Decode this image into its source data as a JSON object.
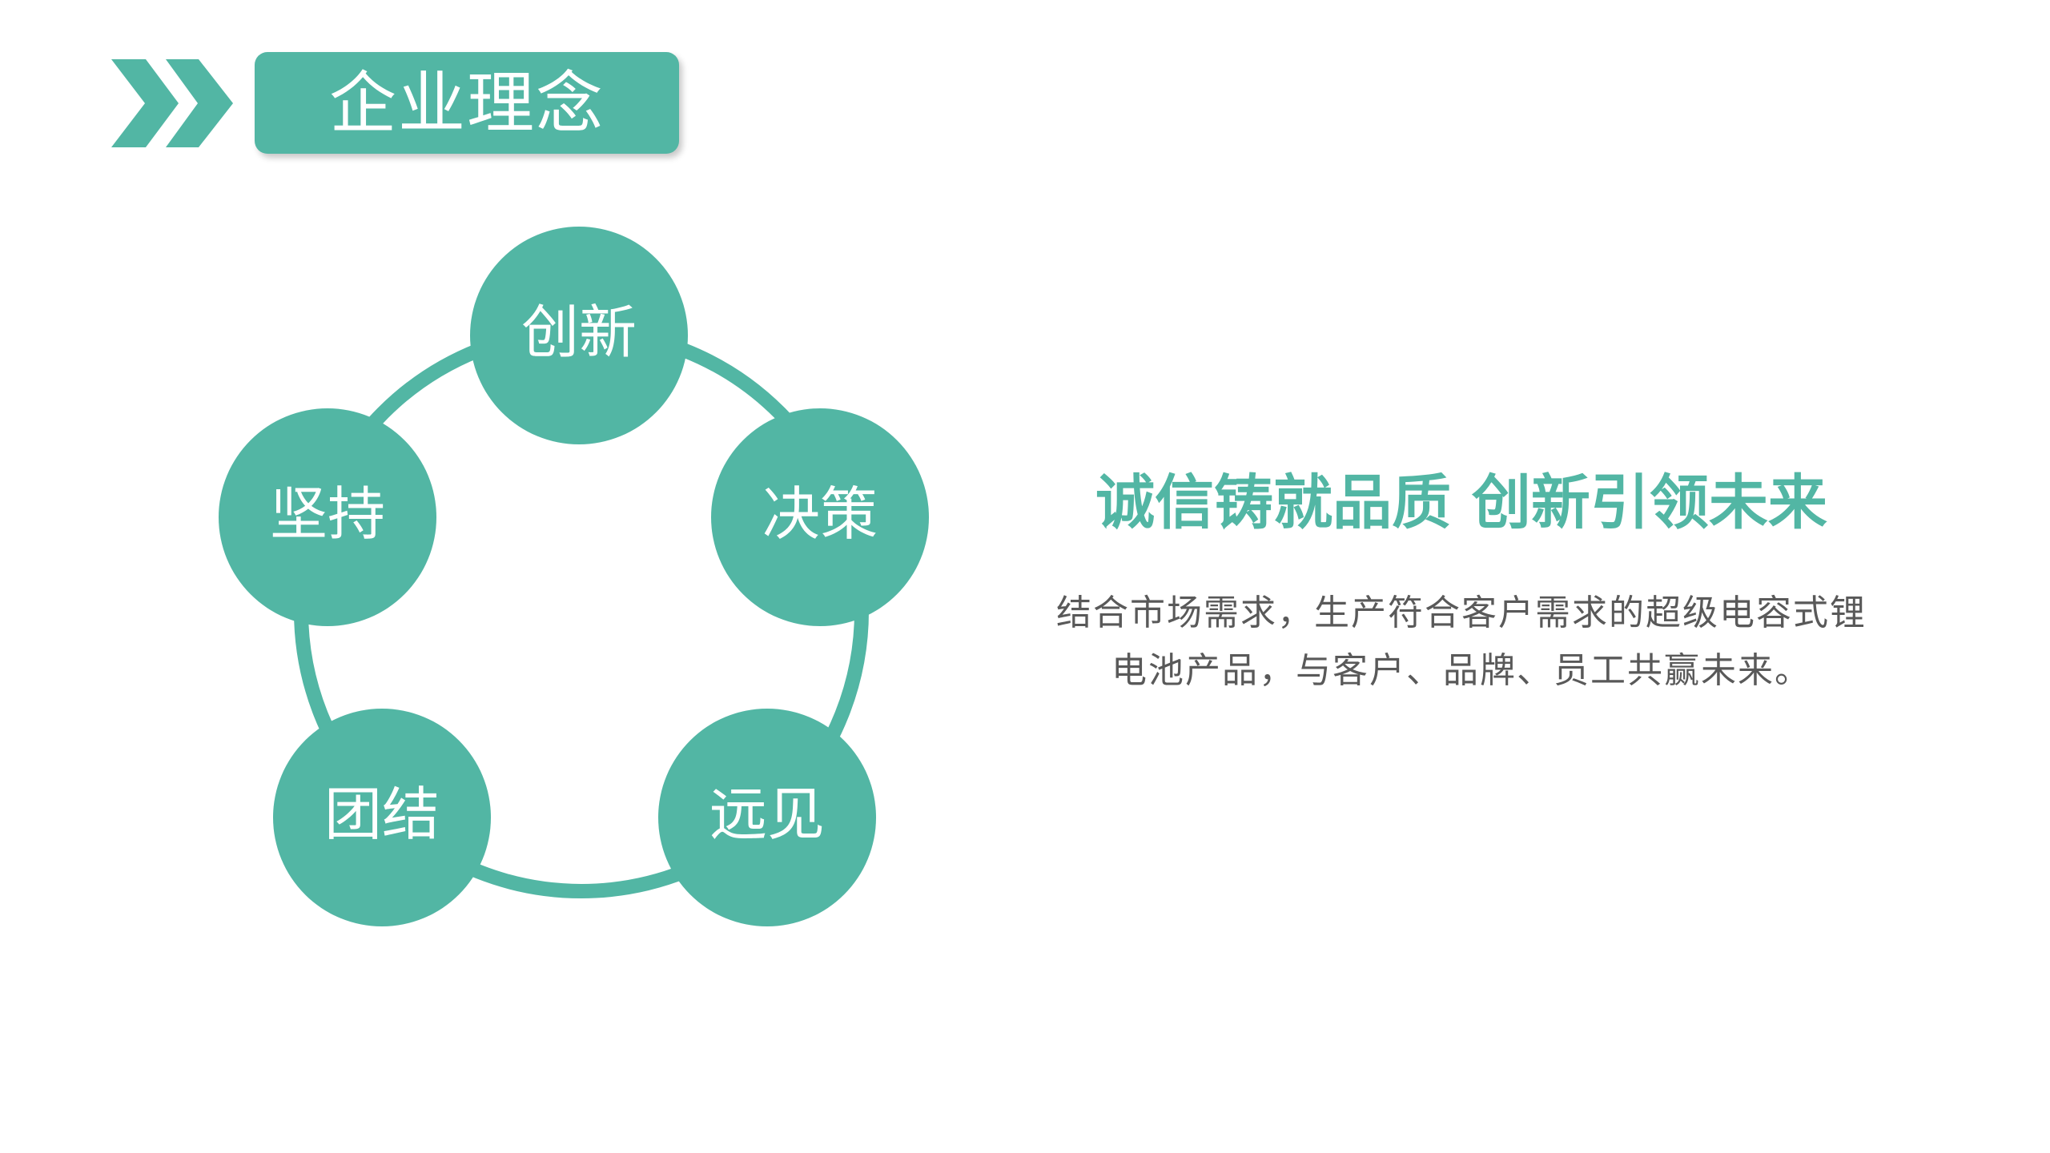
{
  "header": {
    "icon": "double-chevron-right-icon",
    "title": "企业理念"
  },
  "diagram": {
    "type": "cycle",
    "nodes": [
      {
        "label": "创新",
        "position": "top"
      },
      {
        "label": "决策",
        "position": "right"
      },
      {
        "label": "远见",
        "position": "bottom-right"
      },
      {
        "label": "团结",
        "position": "bottom-left"
      },
      {
        "label": "坚持",
        "position": "left"
      }
    ]
  },
  "content": {
    "slogan": "诚信铸就品质 创新引领未来",
    "description_lines": [
      "结合市场需求，生产符合客户需求的超级电容式锂",
      "电池产品，与客户、品牌、员工共赢未来。"
    ]
  },
  "colors": {
    "accent": "#52b6a4",
    "body_text": "#595959",
    "background": "#ffffff"
  }
}
